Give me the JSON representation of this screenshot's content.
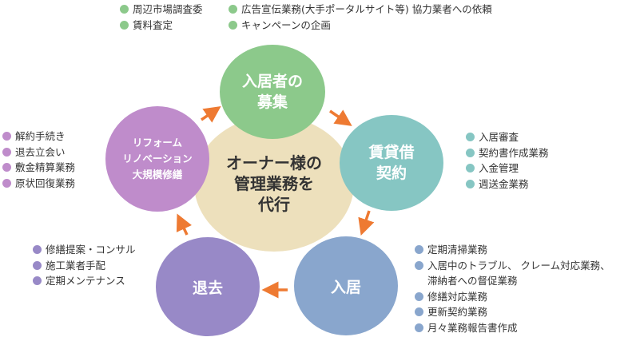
{
  "colors": {
    "recruit": "#8cc98b",
    "contract": "#86c6c3",
    "move_in": "#89a6cd",
    "move_out": "#9889c7",
    "reform": "#bf8ccb",
    "center": "#ede0bc",
    "arrow": "#ee7a32"
  },
  "center": {
    "label": "オーナー様の\n管理業務を\n代行"
  },
  "stages": {
    "recruit": {
      "label": "入居者の\n募集"
    },
    "contract": {
      "label": "賃貸借\n契約"
    },
    "move_in": {
      "label": "入居"
    },
    "move_out": {
      "label": "退去"
    },
    "reform": {
      "label": "リフォーム\nリノベーション\n大規模修繕"
    }
  },
  "lists": {
    "recruit_left": [
      "周辺市場調査委",
      "賃料査定"
    ],
    "recruit_right": [
      "広告宣伝業務(大手ポータルサイト等) 協力業者への依頼",
      "キャンペーンの企画"
    ],
    "contract": [
      "入居審査",
      "契約書作成業務",
      "入金管理",
      "週送金業務"
    ],
    "move_in": [
      "定期清掃業務",
      "入居中のトラブル、 クレーム対応業務、",
      "滞納者への督促業務",
      "修繕対応業務",
      "更新契約業務",
      "月々業務報告書作成"
    ],
    "move_out": [
      "修繕提案・コンサル",
      "施工業者手配",
      "定期メンテナンス"
    ],
    "reform": [
      "解約手続き",
      "退去立会い",
      "敷金精算業務",
      "原状回復業務"
    ]
  }
}
